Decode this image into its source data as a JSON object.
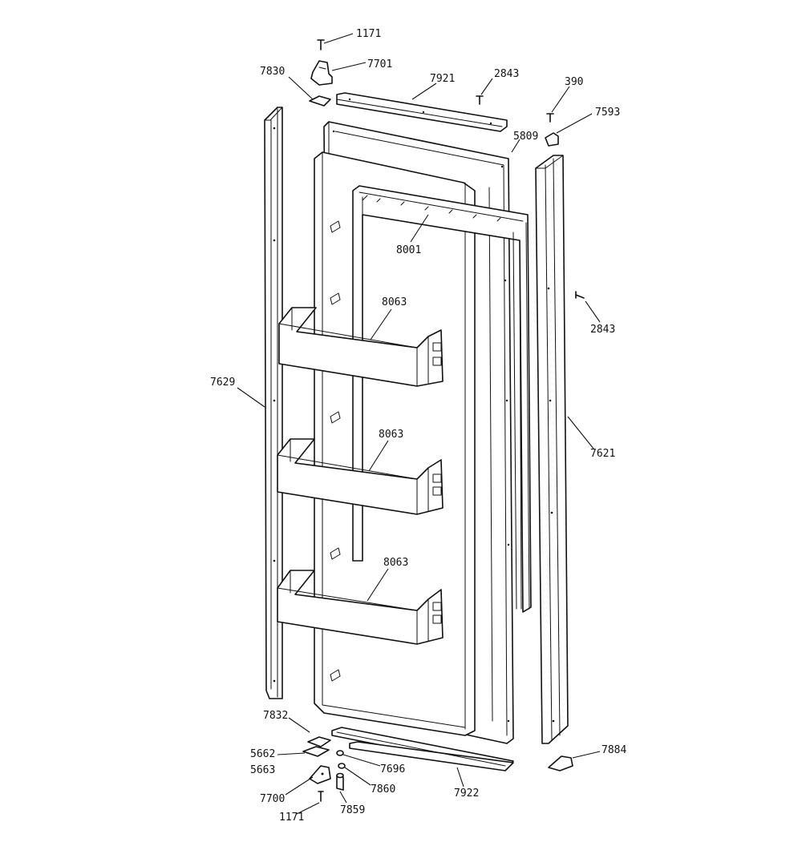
{
  "labels": {
    "p1171_top": "1171",
    "p7701": "7701",
    "p7830": "7830",
    "p7921": "7921",
    "p2843_top": "2843",
    "p390": "390",
    "p7593": "7593",
    "p5809": "5809",
    "p8001": "8001",
    "p8063_a": "8063",
    "p8063_b": "8063",
    "p8063_c": "8063",
    "p2843_right": "2843",
    "p7629": "7629",
    "p7621": "7621",
    "p7832": "7832",
    "p5662": "5662",
    "p5663": "5663",
    "p7696": "7696",
    "p7860": "7860",
    "p7700": "7700",
    "p7859": "7859",
    "p1171_bottom": "1171",
    "p7922": "7922",
    "p7884": "7884"
  }
}
